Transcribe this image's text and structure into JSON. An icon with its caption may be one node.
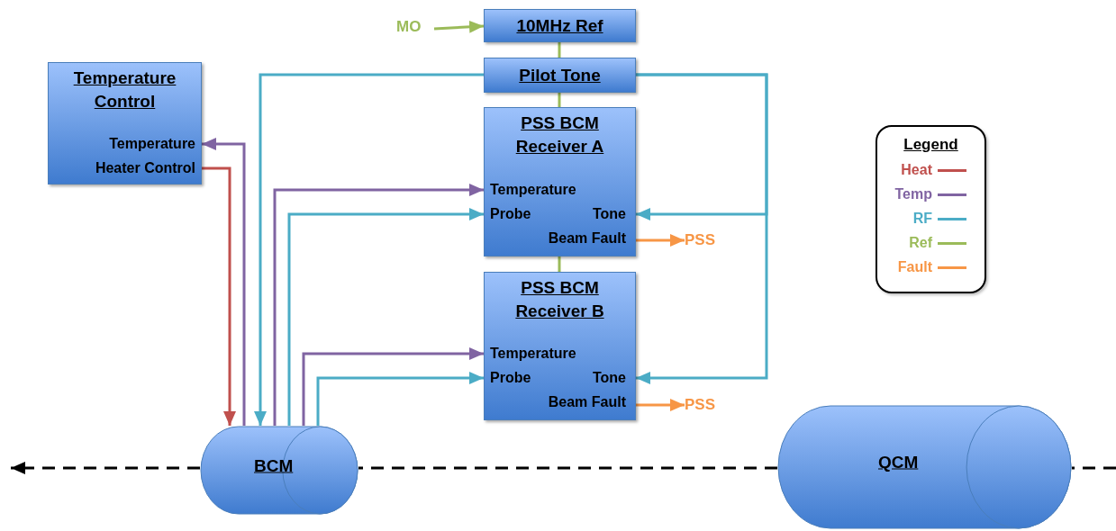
{
  "diagram": {
    "nodes": [
      {
        "text": [
          "MO"
        ]
      },
      {
        "text": [
          "10MHz Ref"
        ]
      },
      {
        "text": [
          "Pilot Tone"
        ]
      },
      {
        "text": [
          "Temperature Control",
          "Temperature",
          "Heater Control"
        ]
      },
      {
        "text": [
          "PSS BCM Receiver A",
          "Temperature",
          "Probe",
          "Tone",
          "Beam Fault"
        ]
      },
      {
        "text": [
          "PSS"
        ]
      },
      {
        "text": [
          "PSS BCM Receiver B",
          "Temperature",
          "Probe",
          "Tone",
          "Beam Fault"
        ]
      },
      {
        "text": [
          "PSS"
        ]
      },
      {
        "text": [
          "BCM"
        ]
      },
      {
        "text": [
          "QCM"
        ]
      }
    ],
    "edges": [
      {
        "from": 0,
        "to": 1,
        "arrow": "to",
        "color": "#9bbb59"
      },
      {
        "from": 1,
        "to": 2,
        "arrow": "none",
        "color": "#9bbb59"
      },
      {
        "from": 2,
        "to": 4,
        "arrow": "none",
        "color": "#9bbb59"
      },
      {
        "from": 4,
        "to": 6,
        "arrow": "none",
        "color": "#9bbb59"
      },
      {
        "from": 2,
        "to": 8,
        "arrow": "to",
        "color": "#4bacc6"
      },
      {
        "from": 2,
        "to": 4,
        "arrow": "to",
        "color": "#4bacc6"
      },
      {
        "from": 2,
        "to": 6,
        "arrow": "to",
        "color": "#4bacc6"
      },
      {
        "from": 8,
        "to": 3,
        "arrow": "to",
        "color": "#8064a2"
      },
      {
        "from": 3,
        "to": 8,
        "arrow": "to",
        "color": "#c0504d"
      },
      {
        "from": 8,
        "to": 4,
        "arrow": "to",
        "color": "#8064a2"
      },
      {
        "from": 8,
        "to": 4,
        "arrow": "to",
        "color": "#4bacc6"
      },
      {
        "from": 8,
        "to": 6,
        "arrow": "to",
        "color": "#8064a2"
      },
      {
        "from": 8,
        "to": 6,
        "arrow": "to",
        "color": "#4bacc6"
      },
      {
        "from": 4,
        "to": 5,
        "arrow": "to",
        "color": "#f79646"
      },
      {
        "from": 6,
        "to": 7,
        "arrow": "to",
        "color": "#f79646"
      },
      {
        "from": null,
        "to": 9,
        "arrow": "none",
        "style": "dashed",
        "color": "#000000"
      },
      {
        "from": 9,
        "to": 8,
        "arrow": "none",
        "style": "dashed",
        "color": "#000000"
      },
      {
        "from": 8,
        "to": null,
        "arrow": "to",
        "style": "dashed",
        "color": "#000000"
      }
    ],
    "labels": [
      "Legend"
    ],
    "legend": [
      {
        "text": "Heat",
        "color": "#c0504d"
      },
      {
        "text": "Temp",
        "color": "#8064a2"
      },
      {
        "text": "RF",
        "color": "#4bacc6"
      },
      {
        "text": "Ref",
        "color": "#9bbb59"
      },
      {
        "text": "Fault",
        "color": "#f79646"
      }
    ]
  }
}
